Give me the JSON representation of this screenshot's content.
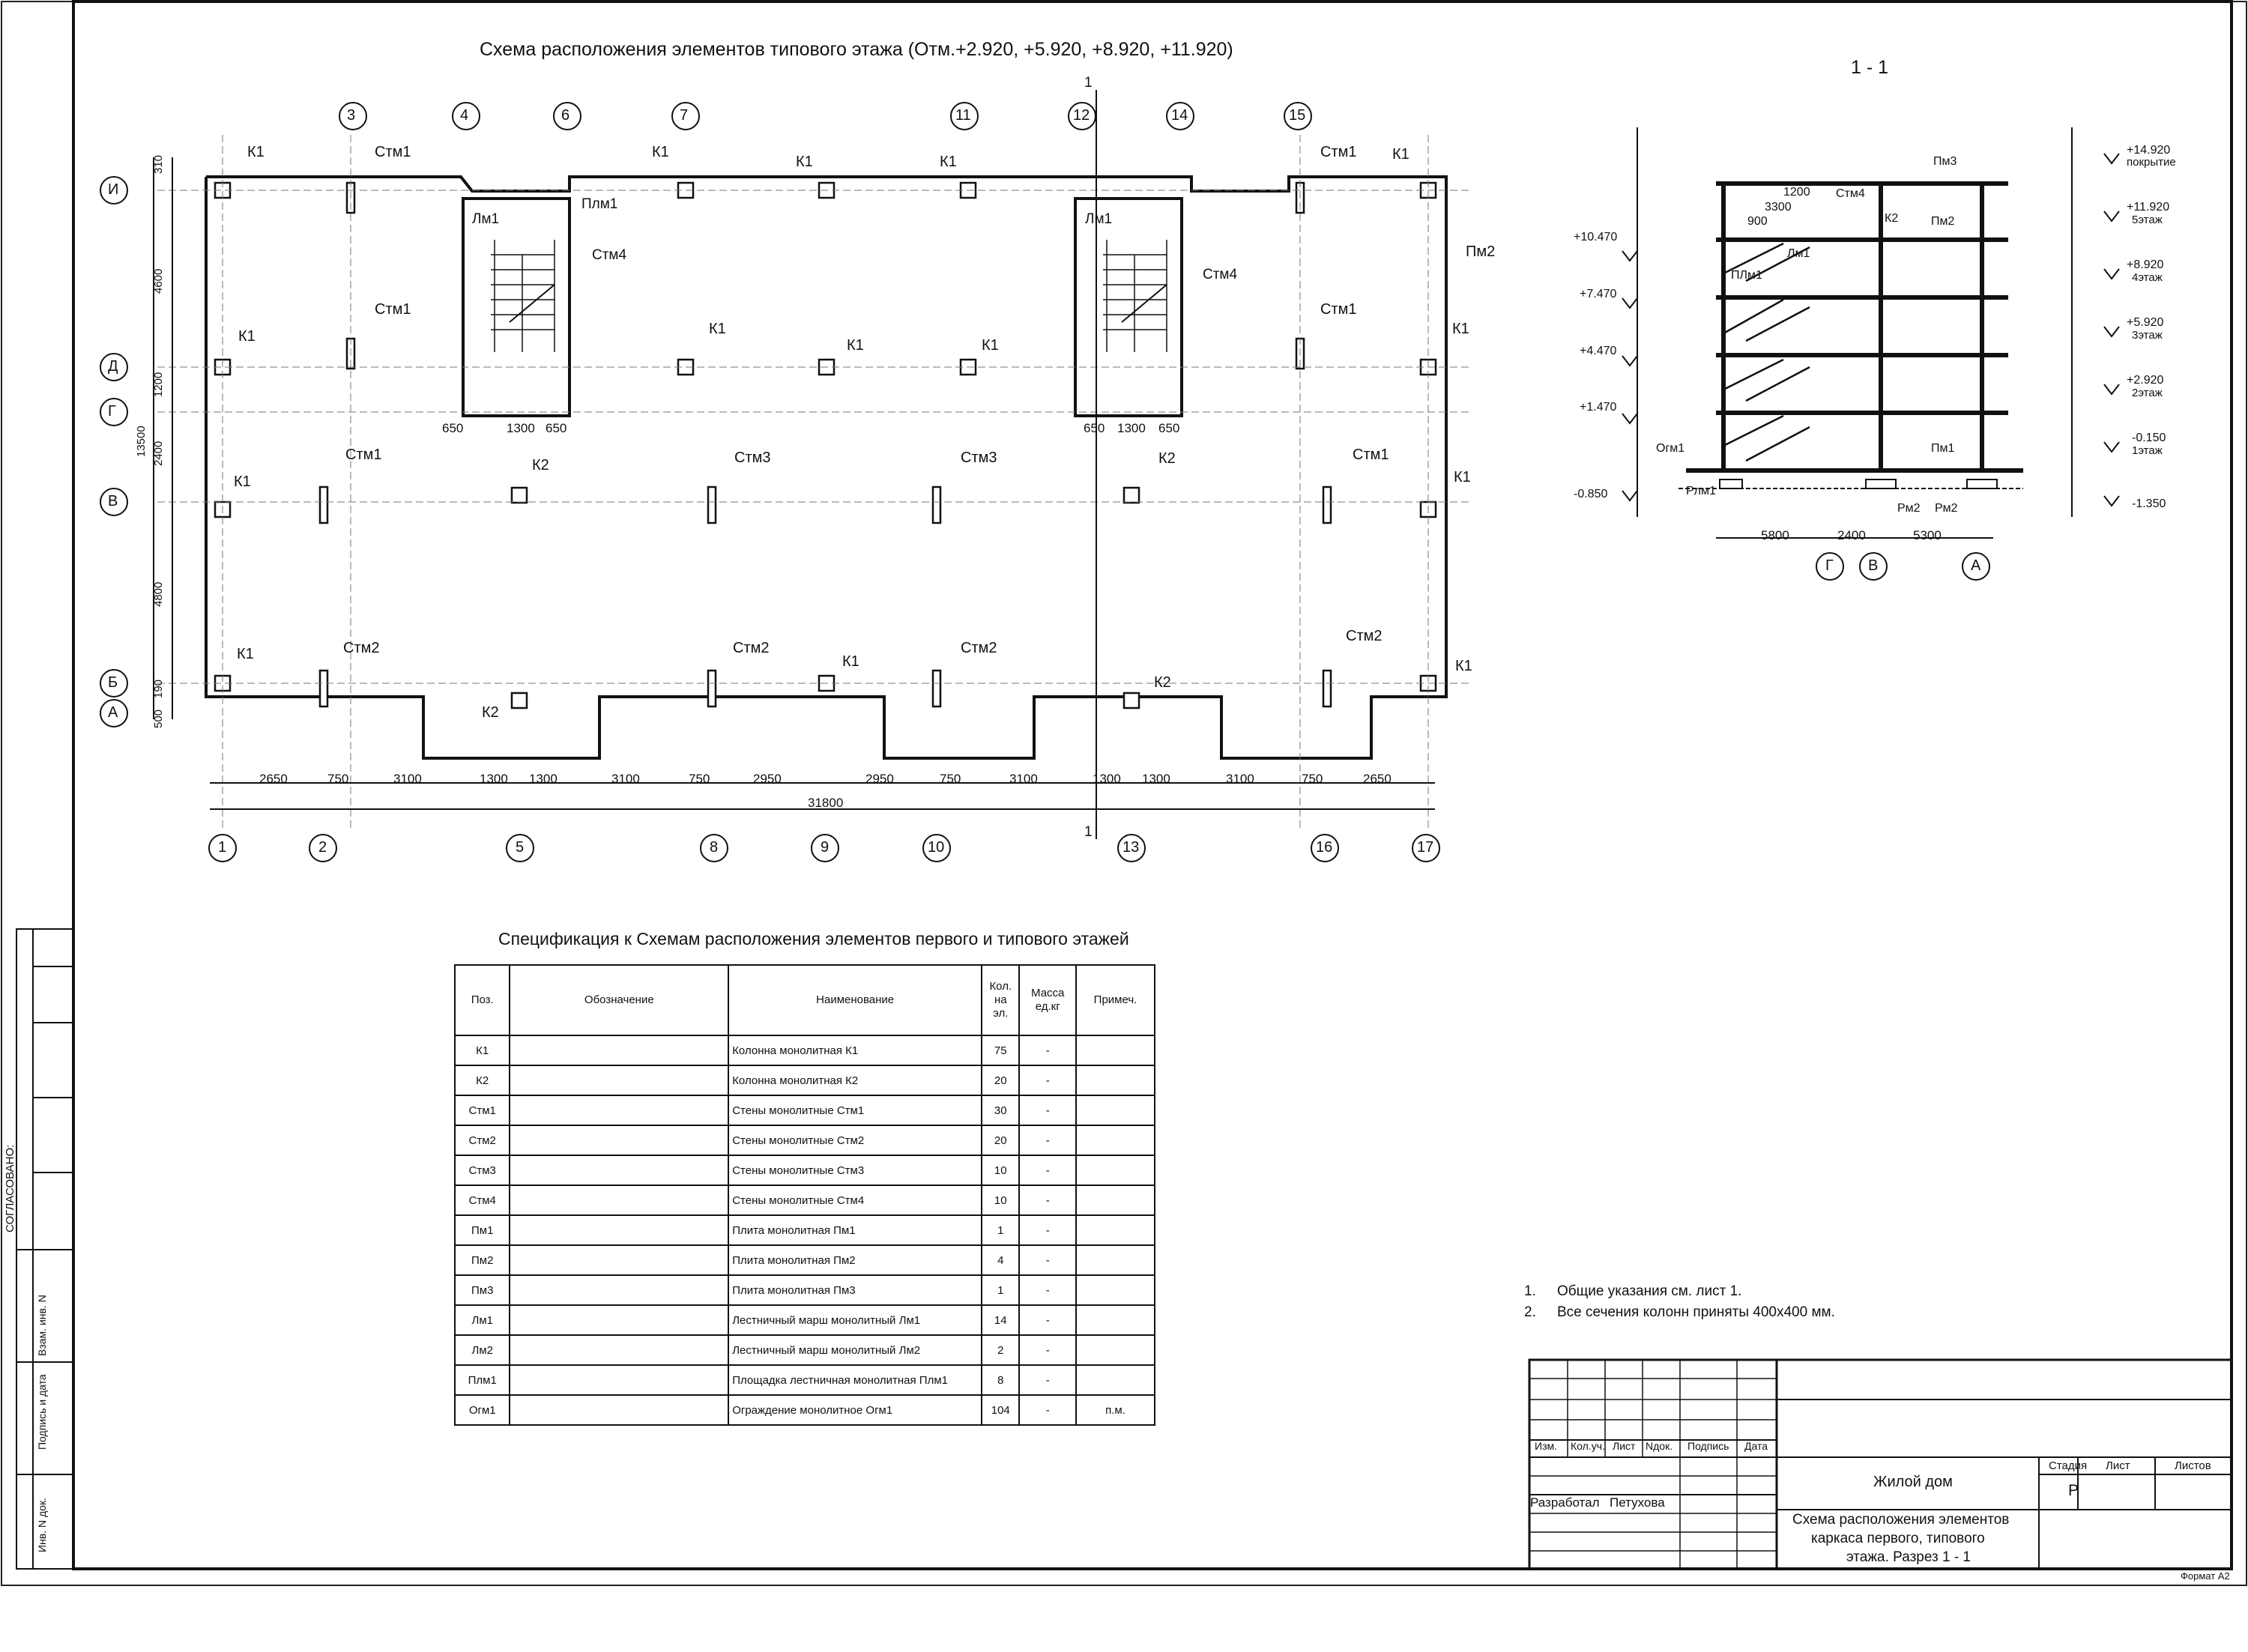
{
  "plan": {
    "title": "Схема расположения элементов типового этажа (Отм.+2.920, +5.920, +8.920, +11.920)",
    "top_axes": [
      "3",
      "4",
      "6",
      "7",
      "11",
      "12",
      "14",
      "15"
    ],
    "bottom_axes": [
      "1",
      "2",
      "5",
      "8",
      "9",
      "10",
      "13",
      "16",
      "17"
    ],
    "left_axes": [
      "И",
      "Д",
      "Г",
      "В",
      "Б",
      "А"
    ],
    "bottom_dims": [
      "2650",
      "750",
      "3100",
      "1300",
      "1300",
      "3100",
      "750",
      "2950",
      "2950",
      "750",
      "3100",
      "1300",
      "1300",
      "3100",
      "750",
      "2650"
    ],
    "total_dim": "31800",
    "left_dims": [
      "310",
      "4600",
      "1200",
      "2400",
      "4800",
      "190",
      "500"
    ],
    "left_total": "13500",
    "section_mark": "1",
    "stairs": [
      "Лм1",
      "Плм1",
      "Стм4",
      "650",
      "1300",
      "650"
    ],
    "labels": [
      "К1",
      "К2",
      "Стм1",
      "Стм2",
      "Стм3",
      "Пм2"
    ]
  },
  "section": {
    "title": "1 - 1",
    "levels_right": [
      "+14.920",
      "покрытие",
      "+11.920",
      "5этаж",
      "+8.920",
      "4этаж",
      "+5.920",
      "3этаж",
      "+2.920",
      "2этаж",
      "-0.150",
      "1этаж",
      "-1.350"
    ],
    "levels_left": [
      "+10.470",
      "+7.470",
      "+4.470",
      "+1.470",
      "-0.850"
    ],
    "bottom_dims": [
      "5800",
      "2400",
      "5300"
    ],
    "axes": [
      "Г",
      "В",
      "А"
    ],
    "labels": [
      "Пм3",
      "Стм4",
      "К2",
      "Пм2",
      "Лм1",
      "ПЛм1",
      "Пм1",
      "Огм1",
      "Рлм1",
      "Рм2",
      "1200",
      "3300",
      "900"
    ]
  },
  "spec": {
    "title": "Спецификация к Схемам расположения элементов первого и типового этажей",
    "headers": [
      "Поз.",
      "Обозначение",
      "Наименование",
      "Кол. на эл.",
      "Масса ед.кг",
      "Примеч."
    ],
    "rows": [
      [
        "К1",
        "",
        "Колонна монолитная К1",
        "75",
        "-",
        ""
      ],
      [
        "К2",
        "",
        "Колонна монолитная К2",
        "20",
        "-",
        ""
      ],
      [
        "Стм1",
        "",
        "Стены монолитные Стм1",
        "30",
        "-",
        ""
      ],
      [
        "Стм2",
        "",
        "Стены монолитные Стм2",
        "20",
        "-",
        ""
      ],
      [
        "Стм3",
        "",
        "Стены монолитные Стм3",
        "10",
        "-",
        ""
      ],
      [
        "Стм4",
        "",
        "Стены монолитные Стм4",
        "10",
        "-",
        ""
      ],
      [
        "Пм1",
        "",
        "Плита монолитная Пм1",
        "1",
        "-",
        ""
      ],
      [
        "Пм2",
        "",
        "Плита монолитная Пм2",
        "4",
        "-",
        ""
      ],
      [
        "Пм3",
        "",
        "Плита монолитная Пм3",
        "1",
        "-",
        ""
      ],
      [
        "Лм1",
        "",
        "Лестничный марш монолитный Лм1",
        "14",
        "-",
        ""
      ],
      [
        "Лм2",
        "",
        "Лестничный марш монолитный Лм2",
        "2",
        "-",
        ""
      ],
      [
        "Плм1",
        "",
        "Площадка лестничная монолитная Плм1",
        "8",
        "-",
        ""
      ],
      [
        "Огм1",
        "",
        "Ограждение монолитное Огм1",
        "104",
        "-",
        "п.м."
      ]
    ]
  },
  "notes": [
    {
      "n": "1.",
      "text": "Общие указания см. лист 1."
    },
    {
      "n": "2.",
      "text": "Все сечения колонн приняты 400х400 мм."
    }
  ],
  "stamp": {
    "cols": [
      "Изм.",
      "Кол.уч.",
      "Лист",
      "Nдок.",
      "Подпись",
      "Дата"
    ],
    "project": "Жилой дом",
    "drawing": [
      "Схема расположения элементов",
      "каркаса первого, типового",
      "этажа. Разрез 1 - 1"
    ],
    "developed_label": "Разработал",
    "developed_name": "Петухова",
    "stage_label": "Стадия",
    "sheet_label": "Лист",
    "sheets_label": "Листов",
    "stage": "Р",
    "format": "Формат А2"
  },
  "side_block": {
    "agreed": "СОГЛАСОВАНО:",
    "inv_replace": "Взам. инв. N",
    "sign_date": "Подпись и дата",
    "inv_orig": "Инв. N док."
  }
}
